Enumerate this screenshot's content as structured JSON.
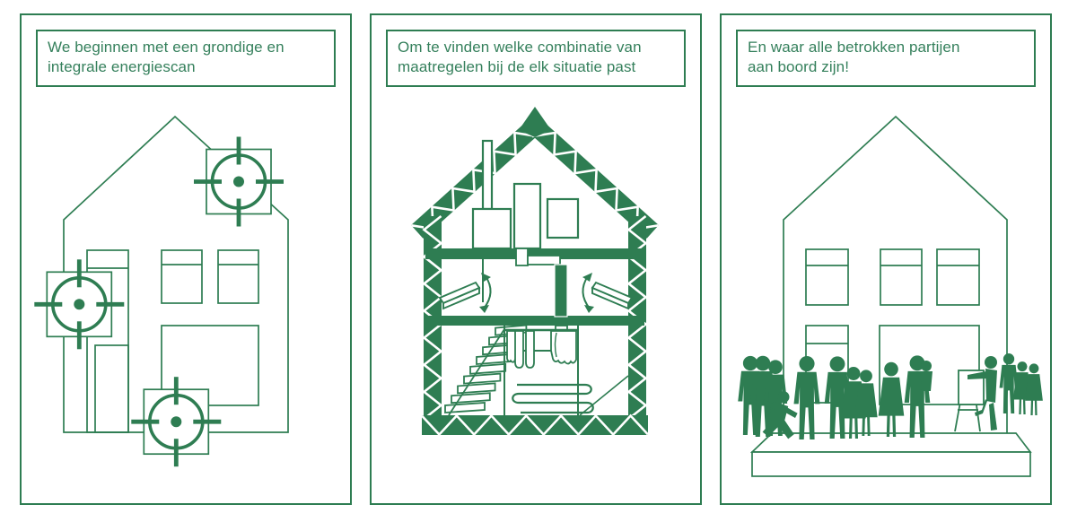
{
  "colors": {
    "primary_green": "#2e7d52",
    "caption_green": "#35805c",
    "background": "#ffffff"
  },
  "panels": [
    {
      "caption": "We beginnen met een grondige en integrale energiescan",
      "lines": [
        "We beginnen met een grondige en",
        "integrale energiescan"
      ],
      "illustration": "house-outline-with-energy-scan-targets",
      "icons": [
        "scan-target-icon",
        "scan-target-icon",
        "scan-target-icon"
      ]
    },
    {
      "caption": "Om te vinden welke combinatie van maatregelen bij de elk situatie past",
      "lines": [
        "Om te vinden welke combinatie van",
        "maatregelen bij de elk situatie past"
      ],
      "illustration": "house-cross-section-with-insulation-and-measures",
      "icons": [
        "insulation-zigzag-icon",
        "boiler-icon",
        "ventilation-arrow-icon",
        "stairs-icon",
        "underfloor-heating-icon"
      ]
    },
    {
      "caption": "En waar alle betrokken partijen aan boord zijn!",
      "lines": [
        "En waar alle betrokken partijen",
        "aan boord zijn!"
      ],
      "illustration": "house-with-stakeholder-crowd",
      "icons": [
        "person-silhouette-icon",
        "easel-icon"
      ]
    }
  ]
}
